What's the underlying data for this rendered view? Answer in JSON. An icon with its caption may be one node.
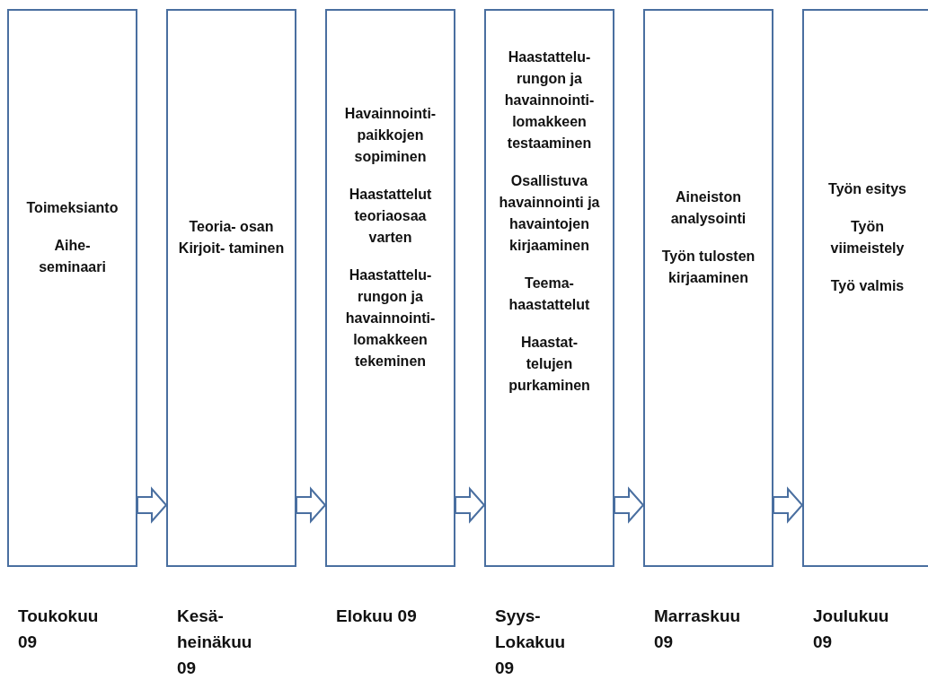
{
  "diagram": {
    "nodes": [
      {
        "text": [
          "Toimeksianto",
          "Aihe- seminaari"
        ],
        "beside": [
          "Toukokuu 09"
        ]
      },
      {
        "text": [
          "Teoria- osan Kirjoit- taminen"
        ],
        "beside": [
          "Kesä- heinäkuu 09"
        ]
      },
      {
        "text": [
          "Havainnointi- paikkojen sopiminen",
          "Haastattelut teoriaosaa varten",
          "Haastattelu- rungon ja havainnointi- lomakkeen tekeminen"
        ],
        "beside": [
          "Elokuu 09"
        ]
      },
      {
        "text": [
          "Haastattelu- rungon ja havainnointi- lomakkeen testaaminen",
          "Osallistuva havainnointi ja havaintojen kirjaaminen",
          "Teema- haastattelut",
          "Haastat- telujen purkaminen"
        ],
        "beside": [
          "Syys- Lokakuu 09"
        ]
      },
      {
        "text": [
          "Aineiston analysointi",
          "Työn tulosten kirjaaminen"
        ],
        "beside": [
          "Marraskuu 09"
        ]
      },
      {
        "text": [
          "Työn esitys",
          "Työn viimeistely",
          "Työ valmis"
        ],
        "beside": [
          "Joulukuu 09"
        ]
      }
    ],
    "edges": [
      {
        "from": 0,
        "to": 1,
        "arrow": "to"
      },
      {
        "from": 1,
        "to": 2,
        "arrow": "to"
      },
      {
        "from": 2,
        "to": 3,
        "arrow": "to"
      },
      {
        "from": 3,
        "to": 4,
        "arrow": "to"
      },
      {
        "from": 4,
        "to": 5,
        "arrow": "to"
      }
    ]
  }
}
